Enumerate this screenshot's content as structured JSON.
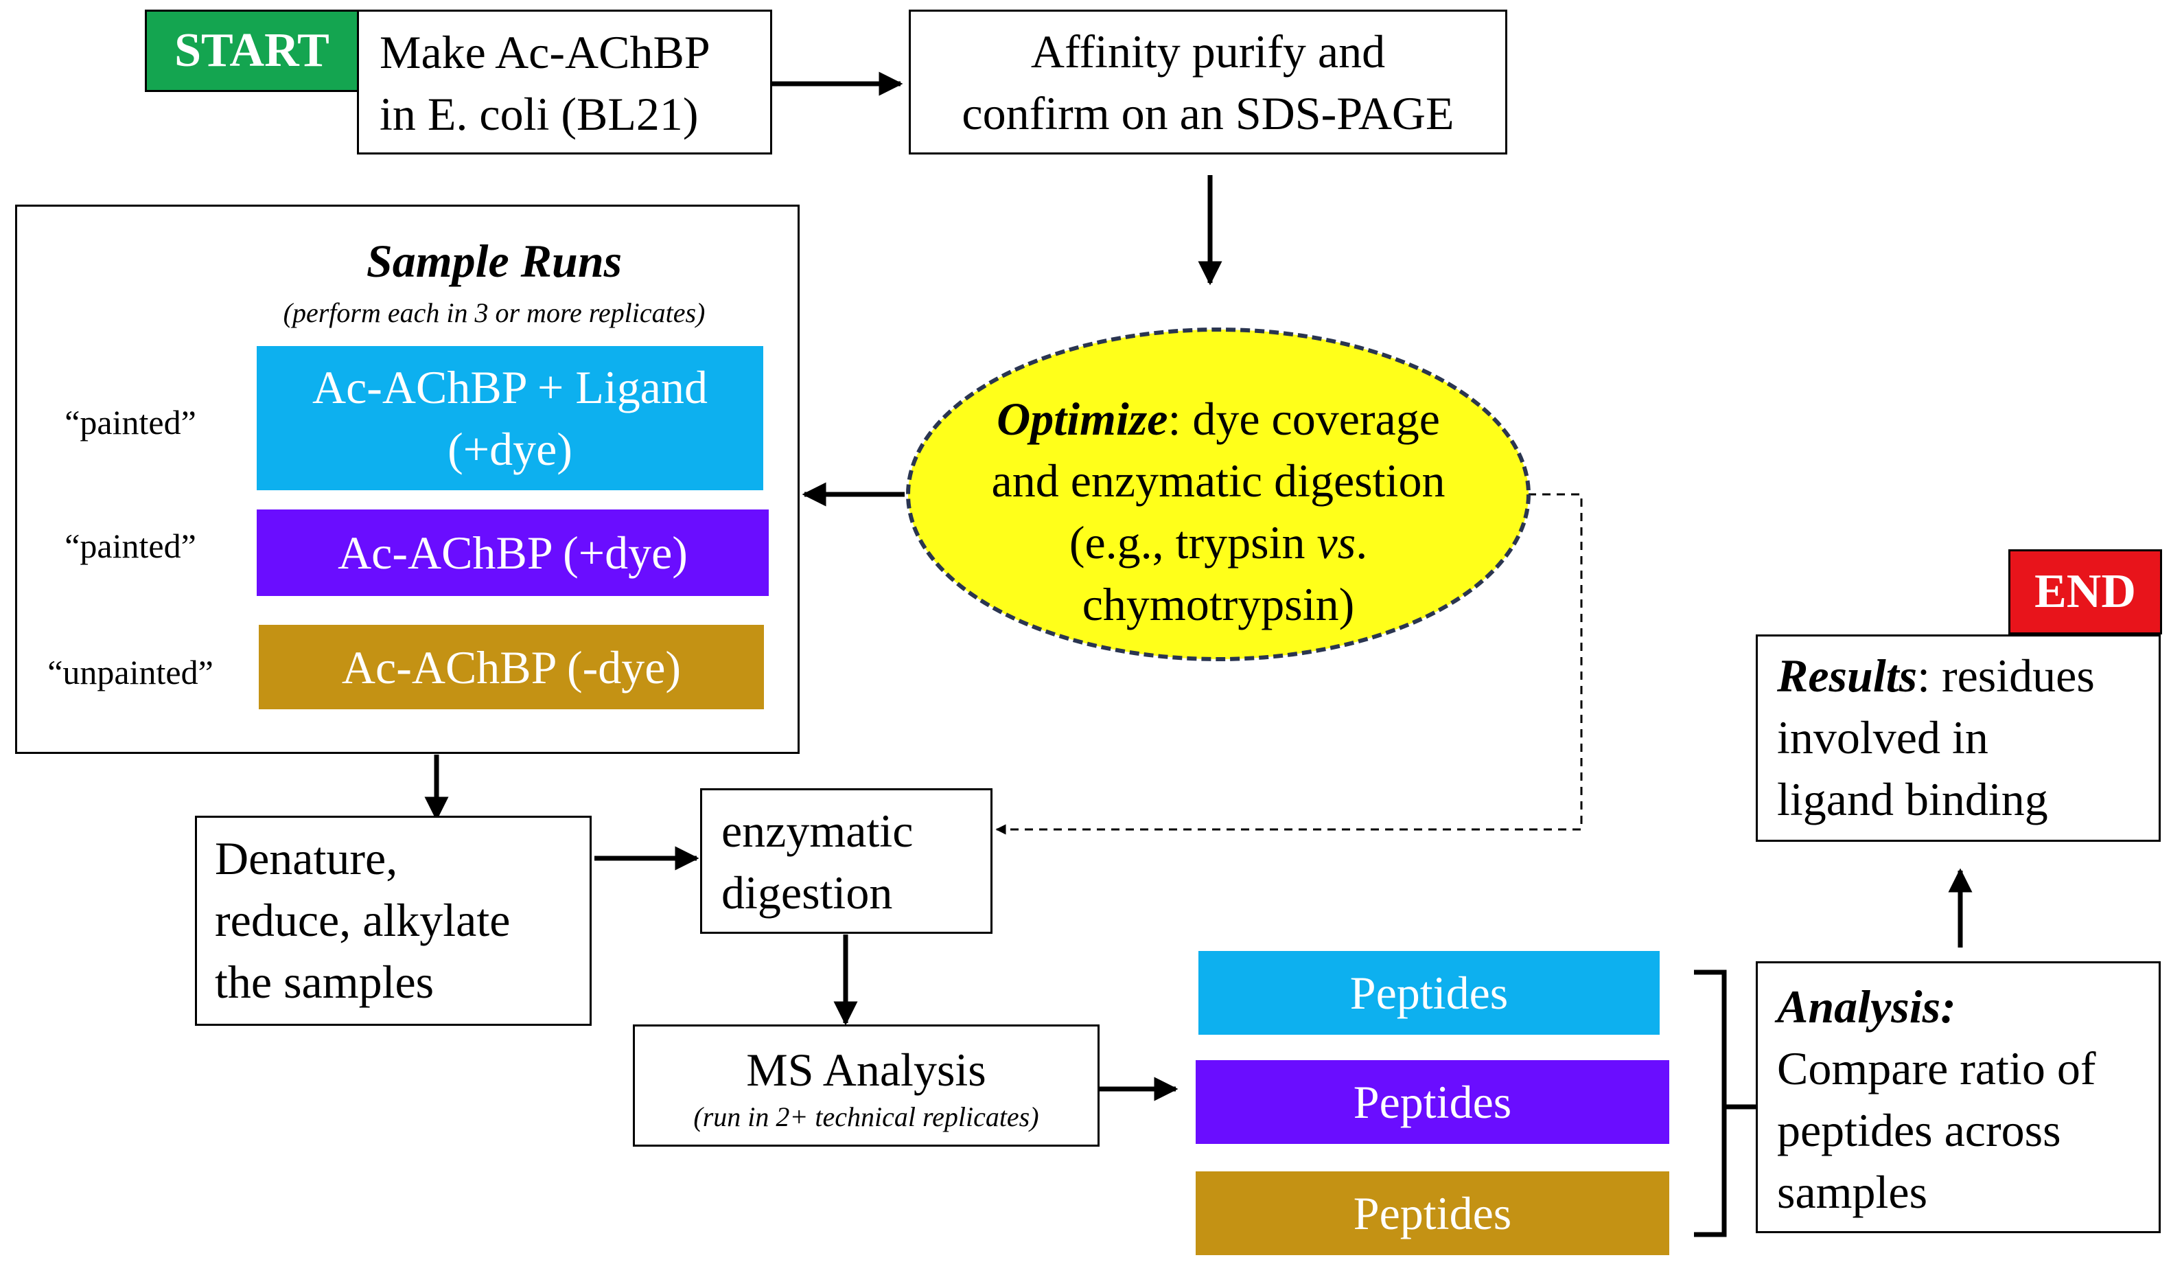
{
  "start_label": "START",
  "end_label": "END",
  "colors": {
    "start": "#14a550",
    "end": "#e8141b",
    "ligand_dye": "#0db0ef",
    "dye": "#6a0dff",
    "no_dye": "#c49214",
    "optimize_fill": "#ffff1a",
    "optimize_border": "#2a3550"
  },
  "steps": {
    "make": [
      "Make Ac-AChBP",
      "in E. coli (BL21)"
    ],
    "purify": [
      "Affinity purify and",
      "confirm on an SDS-PAGE"
    ],
    "optimize": {
      "bold": "Optimize",
      "rest1": ": dye coverage",
      "line2": "and enzymatic digestion",
      "line3_pre": "(e.g., trypsin ",
      "line3_it": "vs",
      "line3_post": ".",
      "line4": "chymotrypsin)"
    },
    "denature": [
      "Denature,",
      "reduce, alkylate",
      "the samples"
    ],
    "digestion": [
      "enzymatic",
      "digestion"
    ],
    "ms": {
      "title": "MS Analysis",
      "note": "(run in 2+ technical replicates)"
    },
    "analysis": {
      "title": "Analysis:",
      "lines": [
        "Compare ratio of",
        "peptides across",
        "samples"
      ]
    },
    "results": {
      "bold": "Results",
      "rest": ": residues",
      "lines": [
        "involved in",
        "ligand binding"
      ]
    }
  },
  "sample_runs": {
    "title": "Sample Runs",
    "subtitle": "(perform each in 3 or more replicates)",
    "rows": [
      {
        "tag": "“painted”",
        "lines": [
          "Ac-AChBP + Ligand",
          "(+dye)"
        ]
      },
      {
        "tag": "“painted”",
        "lines": [
          "Ac-AChBP (+dye)"
        ]
      },
      {
        "tag": "“unpainted”",
        "lines": [
          "Ac-AChBP (-dye)"
        ]
      }
    ]
  },
  "peptides": [
    "Peptides",
    "Peptides",
    "Peptides"
  ]
}
